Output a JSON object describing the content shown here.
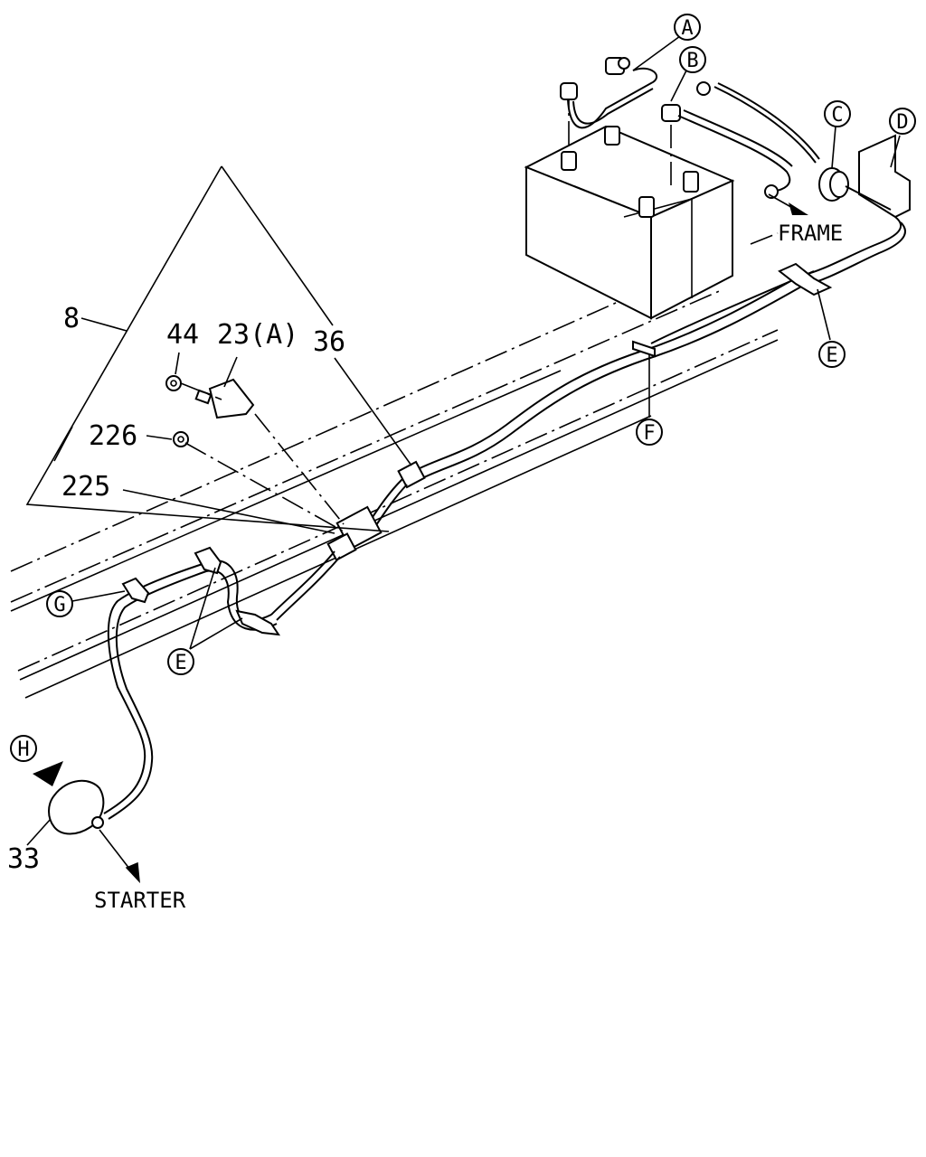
{
  "labels": {
    "part_8": "8",
    "part_44": "44",
    "part_23a": "23(A)",
    "part_36": "36",
    "part_226": "226",
    "part_225": "225",
    "part_33": "33",
    "frame": "FRAME",
    "starter": "STARTER"
  },
  "callouts": {
    "a": "A",
    "b": "B",
    "c": "C",
    "d": "D",
    "e_right": "E",
    "e_left": "E",
    "f": "F",
    "g": "G",
    "h": "H"
  }
}
